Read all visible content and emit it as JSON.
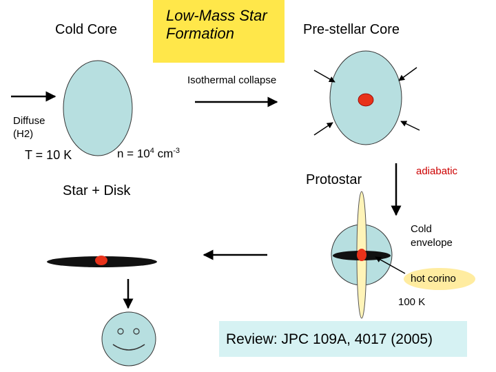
{
  "title": {
    "text": "Low-Mass Star Formation"
  },
  "stages": {
    "cold_core": "Cold Core",
    "prestellar_core": "Pre-stellar Core",
    "protostar": "Protostar",
    "star_disk": "Star + Disk"
  },
  "conditions": {
    "diffuse": "Diffuse (H2)",
    "temperature": "T = 10 K",
    "density_base": "n = 10",
    "density_exp1": "4",
    "density_unit": " cm",
    "density_exp2": "-3"
  },
  "processes": {
    "isothermal": "Isothermal collapse",
    "adiabatic": "adiabatic"
  },
  "protostar_labels": {
    "cold_envelope": "Cold envelope",
    "hot_corino": "hot corino",
    "hot_temp": "100 K"
  },
  "reference": "Review: JPC 109A, 4017 (2005)",
  "colors": {
    "core_fill": "#b7dfe0",
    "core_core": "#e8321a",
    "disk": "#111111",
    "jet": "#fff4b8",
    "highlight_yellow": "#ffe74a",
    "bubble_yellow": "#ffeca0",
    "review_bg": "#d6f2f3",
    "adiabatic_red": "#cc0000"
  }
}
